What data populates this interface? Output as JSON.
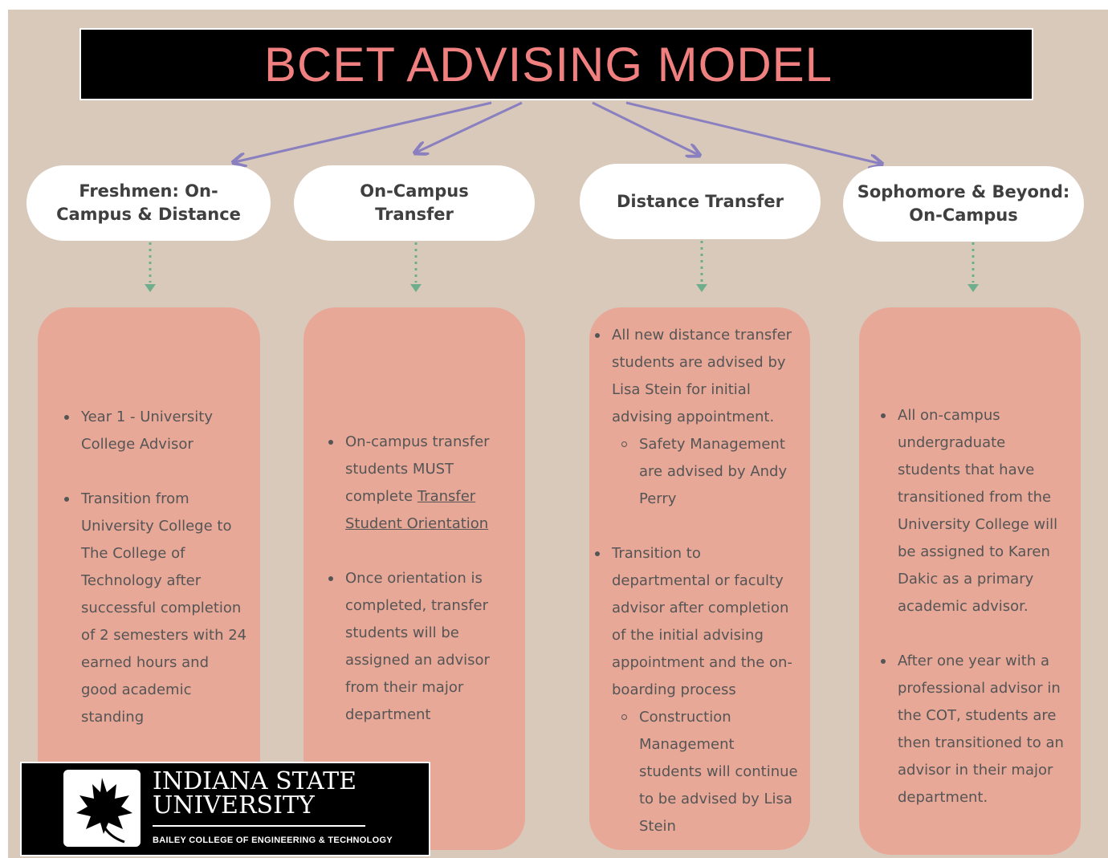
{
  "title": "BCET ADVISING MODEL",
  "colors": {
    "background": "#d9c9bb",
    "title_text": "#f08080",
    "card": "#e8a898",
    "arrow": "#8a80c0",
    "dotted_connector": "#6fae8c"
  },
  "categories": [
    {
      "label": "Freshmen: On-Campus & Distance",
      "content": [
        {
          "type": "bullet",
          "text": "Year 1 - University College Advisor"
        },
        {
          "type": "bullet",
          "text": "Transition from University College to The College of Technology after successful completion of 2 semesters with 24 earned hours and good academic standing"
        }
      ]
    },
    {
      "label": "On-Campus Transfer",
      "content": [
        {
          "type": "bullet",
          "text": "On-campus transfer students MUST complete ",
          "link": "Transfer Student Orientation"
        },
        {
          "type": "bullet",
          "text": "Once orientation is completed, transfer students will be assigned an advisor from their major department"
        }
      ]
    },
    {
      "label": "Distance Transfer",
      "content": [
        {
          "type": "bullet",
          "text": "All new distance transfer students are advised by Lisa Stein for initial advising appointment."
        },
        {
          "type": "sub",
          "text": "Safety Management are advised by Andy Perry"
        },
        {
          "type": "bullet",
          "text": "Transition to departmental or faculty advisor after completion of the initial advising appointment and the on-boarding process"
        },
        {
          "type": "sub",
          "text": "Construction Management students will continue to be advised by Lisa Stein"
        }
      ]
    },
    {
      "label": "Sophomore & Beyond: On-Campus",
      "content": [
        {
          "type": "bullet",
          "text": "All on-campus undergraduate students that have transitioned from the University College will be assigned to Karen Dakic as a primary academic advisor."
        },
        {
          "type": "bullet",
          "text": "After one year with a professional advisor in the COT, students are then transitioned to an advisor in their major department."
        }
      ]
    }
  ],
  "logo": {
    "name": "INDIANA STATE UNIVERSITY",
    "subtitle": "BAILEY COLLEGE OF ENGINEERING & TECHNOLOGY"
  }
}
